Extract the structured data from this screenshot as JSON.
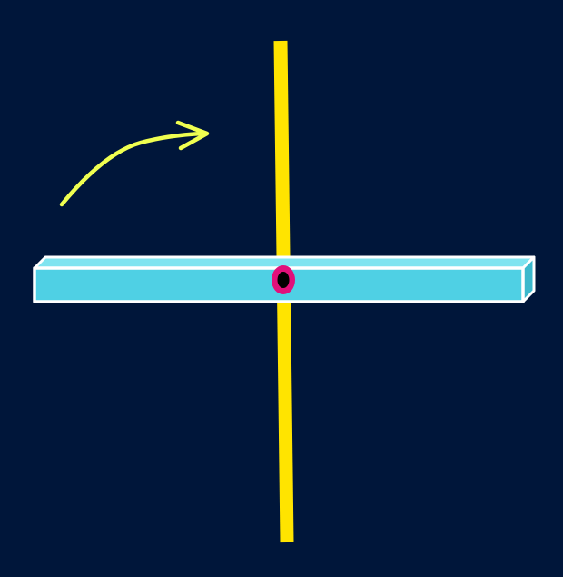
{
  "colors": {
    "background": "#00163a",
    "axis": "#ffe400",
    "bar_front": "#4fd0e4",
    "bar_top": "#7fe4f0",
    "bar_outline": "#ffffff",
    "rotation_arrow": "#f0ff50",
    "pivot_ring": "#e0107a",
    "pivot_center": "#000000"
  },
  "diagram": {
    "elements": [
      {
        "name": "rotation-axis",
        "kind": "vertical axis line"
      },
      {
        "name": "rotating-bar",
        "kind": "rectangular bar (3D box)"
      },
      {
        "name": "pivot-point",
        "kind": "pivot marker at axis–bar intersection"
      },
      {
        "name": "rotation-direction-arrow",
        "kind": "curved arrow",
        "direction": "rotation"
      }
    ]
  }
}
